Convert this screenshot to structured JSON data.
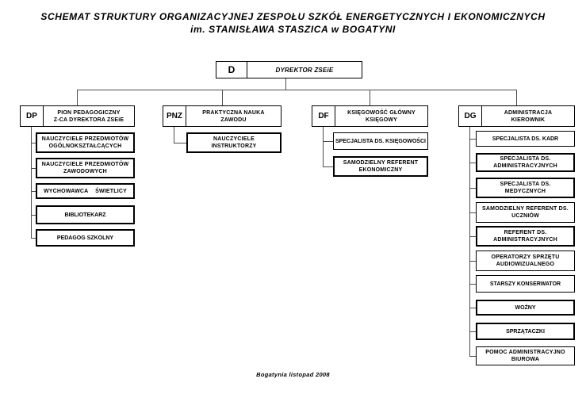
{
  "title": {
    "line1": "SCHEMAT STRUKTURY ORGANIZACYJNEJ ZESPOŁU SZKÓŁ ENERGETYCZNYCH I EKONOMICZNYCH",
    "line2": "im. STANISŁAWA STASZICA w BOGATYNI"
  },
  "root": {
    "code": "D",
    "label": "DYREKTOR ZSEiE"
  },
  "columns": [
    {
      "code": "DP",
      "title_line1": "PION PEDAGOGICZNY",
      "title_line2": "Z-CA DYREKTORA ZSEiE",
      "children": [
        {
          "label": "NAUCZYCIELE PRZEDMIOTÓW OGÓLNOKSZTAŁCĄCYCH"
        },
        {
          "label": "NAUCZYCIELE PRZEDMIOTÓW ZAWODOWYCH"
        },
        {
          "label": "WYCHOWAWCA ŚWIETLICY"
        },
        {
          "label": "BIBLIOTEKARZ"
        },
        {
          "label": "PEDAGOG SZKOLNY"
        }
      ]
    },
    {
      "code": "PNZ",
      "title_line1": "PRAKTYCZNA NAUKA",
      "title_line2": "ZAWODU",
      "children": [
        {
          "label": "NAUCZYCIELE INSTRUKTORZY"
        }
      ]
    },
    {
      "code": "DF",
      "title_line1": "KSIĘGOWOŚĆ GŁÓWNY",
      "title_line2": "KSIĘGOWY",
      "children": [
        {
          "label": "SPECJALISTA DS. KSIĘGOWOŚCI"
        },
        {
          "label": "SAMODZIELNY REFERENT EKONOMICZNY"
        }
      ]
    },
    {
      "code": "DG",
      "title_line1": "ADMINISTRACJA",
      "title_line2": "KIEROWNIK",
      "children": [
        {
          "label": "SPECJALISTA DS. KADR"
        },
        {
          "label": "SPECJALISTA DS. ADMINISTRACYJNYCH"
        },
        {
          "label": "SPECJALISTA DS. MEDYCZNYCH"
        },
        {
          "label": "SAMODZIELNY REFERENT DS. UCZNIÓW"
        },
        {
          "label": "REFERENT DS. ADMINISTRACYJNYCH"
        },
        {
          "label": "OPERATORZY SPRZĘTU AUDIOWIZUALNEGO"
        },
        {
          "label": "STARSZY KONSERWATOR"
        },
        {
          "label": "WOŹNY"
        },
        {
          "label": "SPRZĄTACZKI"
        },
        {
          "label": "POMOC ADMINISTRACYJNO BIUROWA"
        }
      ]
    }
  ],
  "footer": "Bogatynia listopad 2008",
  "colors": {
    "background": "#ffffff",
    "text": "#000000",
    "box_border": "#000000",
    "connector": "#4d4d4d"
  }
}
